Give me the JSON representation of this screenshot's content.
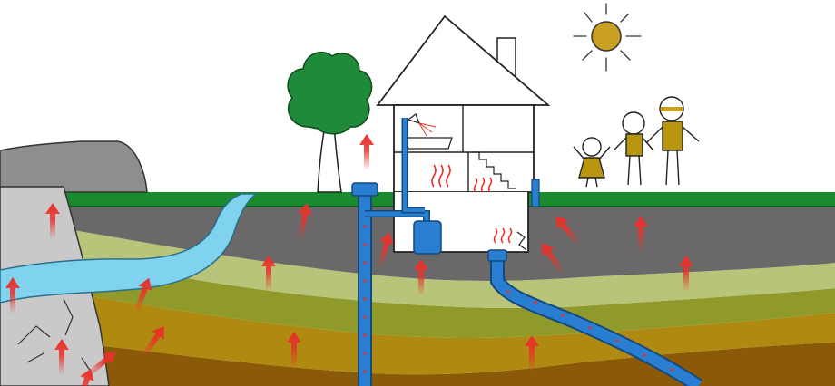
{
  "scene": {
    "elements": [
      "sun",
      "tree",
      "house",
      "family",
      "rock",
      "river",
      "soil-layers",
      "pipes",
      "radon-arrows"
    ]
  },
  "colors": {
    "sky": "#ffffff",
    "grass": "#1a8a2e",
    "topsoil": "#6a6868",
    "layer_light_green": "#b8c47a",
    "layer_olive": "#8f9a2a",
    "layer_mustard": "#b08a10",
    "layer_brown": "#8a5a08",
    "rock": "#9c9c9c",
    "rock_light": "#c9c9c9",
    "river": "#7fd3ef",
    "pipe": "#2a7ed1",
    "arrow": "#e8312a",
    "tree_green": "#1f8a3a",
    "sun": "#c9a022",
    "family_shirt": "#b8950f"
  }
}
